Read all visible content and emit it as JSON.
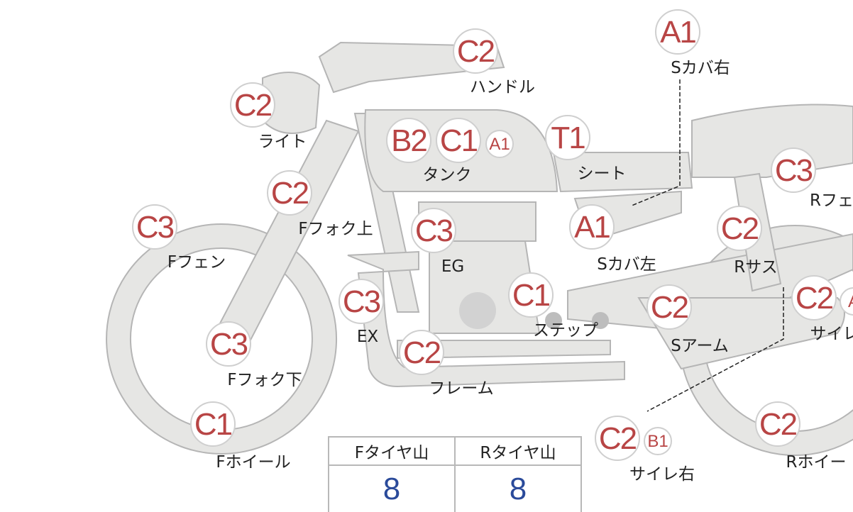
{
  "badges": {
    "s_cover_right": "A1",
    "handle": "C2",
    "light": "C2",
    "tank_b": "B2",
    "tank_c": "C1",
    "tank_a": "A1",
    "seat": "T1",
    "r_fender": "C3",
    "f_fork_upper": "C2",
    "f_fender": "C3",
    "engine": "C3",
    "s_cover_left": "A1",
    "r_suspension": "C2",
    "exhaust": "C3",
    "step": "C1",
    "swing_arm": "C2",
    "silencer_left": "C2",
    "silencer_left_extra": "A",
    "f_fork_lower": "C3",
    "frame": "C2",
    "f_wheel": "C1",
    "silencer_right": "C2",
    "silencer_right_extra": "B1",
    "r_wheel": "C2"
  },
  "labels": {
    "s_cover_right": "Sカバ右",
    "handle": "ハンドル",
    "light": "ライト",
    "tank": "タンク",
    "seat": "シート",
    "r_fender": "Rフェ",
    "f_fork_upper": "Fフォク上",
    "f_fender": "Fフェン",
    "engine": "EG",
    "s_cover_left": "Sカバ左",
    "r_suspension": "Rサス",
    "exhaust": "EX",
    "step": "ステップ",
    "swing_arm": "Sアーム",
    "silencer_left": "サイレ",
    "f_fork_lower": "Fフォク下",
    "frame": "フレーム",
    "f_wheel": "Fホイール",
    "silencer_right": "サイレ右",
    "r_wheel": "Rホイー"
  },
  "tire_table": {
    "headers": [
      "Fタイヤ山",
      "Rタイヤ山"
    ],
    "values": [
      "8",
      "8"
    ]
  },
  "colors": {
    "badge_text": "#b84545",
    "value_text": "#2a4a9a",
    "part_fill": "#e6e6e4"
  }
}
